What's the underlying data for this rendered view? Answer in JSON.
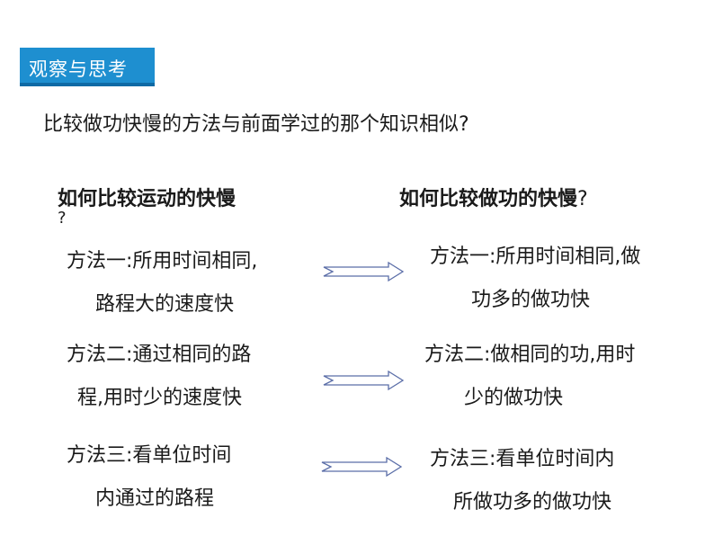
{
  "badge": {
    "label": "观察与思考"
  },
  "question": "比较做功快慢的方法与前面学过的那个知识相似?",
  "left": {
    "heading": "如何比较运动的快慢",
    "heading_mark": "?",
    "methods": [
      {
        "line1": "方法一:所用时间相同,",
        "line2": "路程大的速度快"
      },
      {
        "line1": "方法二:通过相同的路",
        "line2": "程,用时少的速度快"
      },
      {
        "line1": "方法三:看单位时间",
        "line2": "内通过的路程"
      }
    ]
  },
  "right": {
    "heading": "如何比较做功的快慢",
    "heading_mark": "?",
    "methods": [
      {
        "line1": "方法一:所用时间相同,做",
        "line2": "功多的做功快"
      },
      {
        "line1": "方法二:做相同的功,用时",
        "line2": "少的做功快"
      },
      {
        "line1": "方法三:看单位时间内",
        "line2": "所做功多的做功快"
      }
    ]
  },
  "colors": {
    "badge": "#1e8fd0",
    "badge_shadow": "#0f6aa5",
    "text": "#1a1a1a",
    "arrow_stroke": "#5b6ea8"
  },
  "icons": [
    "double-arrow-icon"
  ]
}
